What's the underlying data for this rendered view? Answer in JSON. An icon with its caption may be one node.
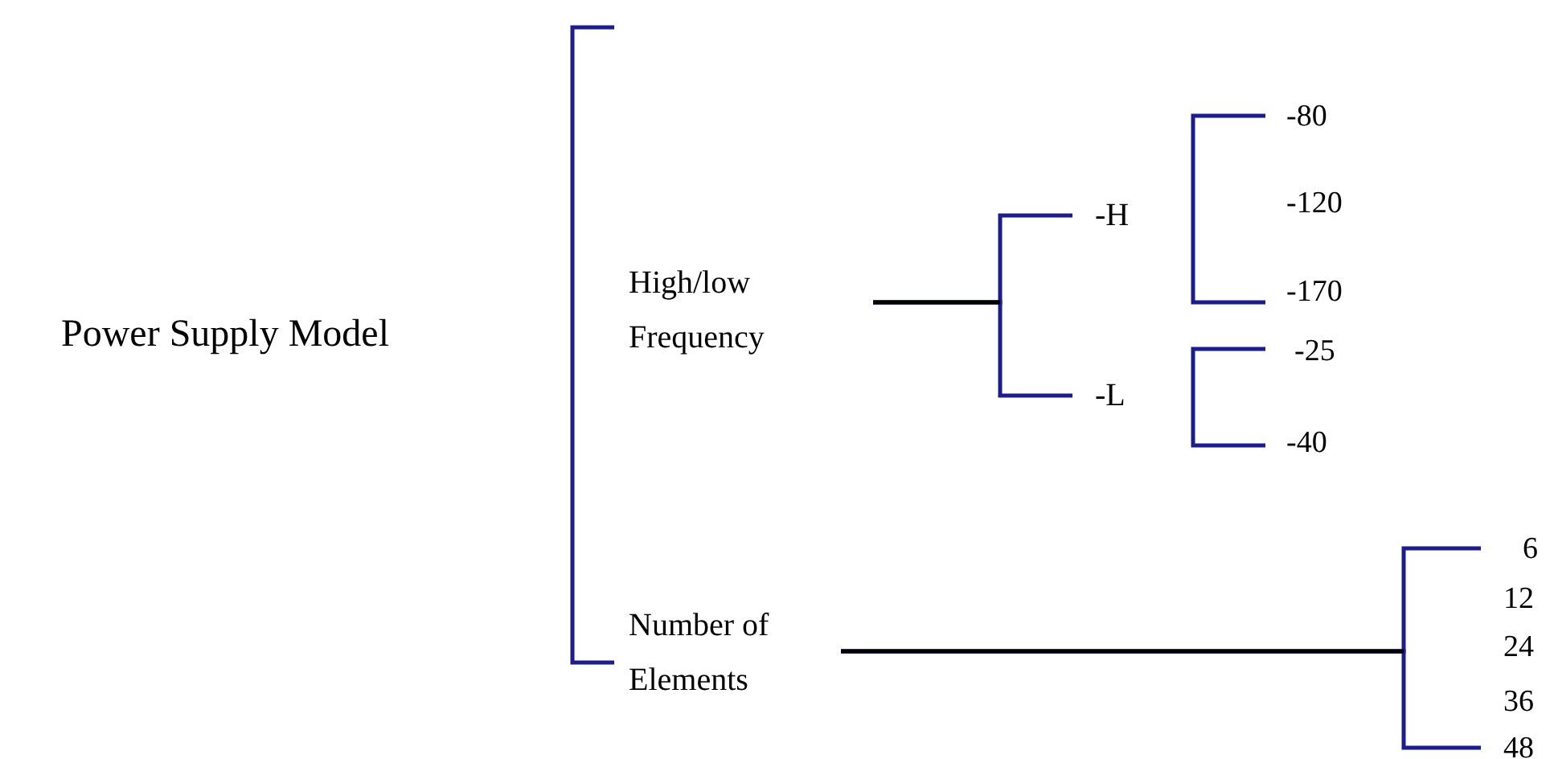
{
  "diagram": {
    "nodes": [
      {
        "text": [
          "Power Supply Model"
        ]
      },
      {
        "text": [
          "High/low Frequency"
        ]
      },
      {
        "text": [
          "Number of Elements"
        ]
      },
      {
        "text": [
          "-H"
        ]
      },
      {
        "text": [
          "-L"
        ]
      },
      {
        "text": [
          "-80"
        ]
      },
      {
        "text": [
          "-120"
        ]
      },
      {
        "text": [
          "-170"
        ]
      },
      {
        "text": [
          "-25"
        ]
      },
      {
        "text": [
          "-40"
        ]
      },
      {
        "text": [
          "6"
        ]
      },
      {
        "text": [
          "12"
        ]
      },
      {
        "text": [
          "24"
        ]
      },
      {
        "text": [
          "36"
        ]
      },
      {
        "text": [
          "48"
        ]
      }
    ],
    "edges": [
      {
        "from": 1,
        "to": 3,
        "arrow": "none"
      },
      {
        "from": 1,
        "to": 4,
        "arrow": "none"
      },
      {
        "from": 2,
        "to": 10,
        "arrow": "none"
      },
      {
        "from": 2,
        "to": 14,
        "arrow": "none"
      }
    ]
  }
}
